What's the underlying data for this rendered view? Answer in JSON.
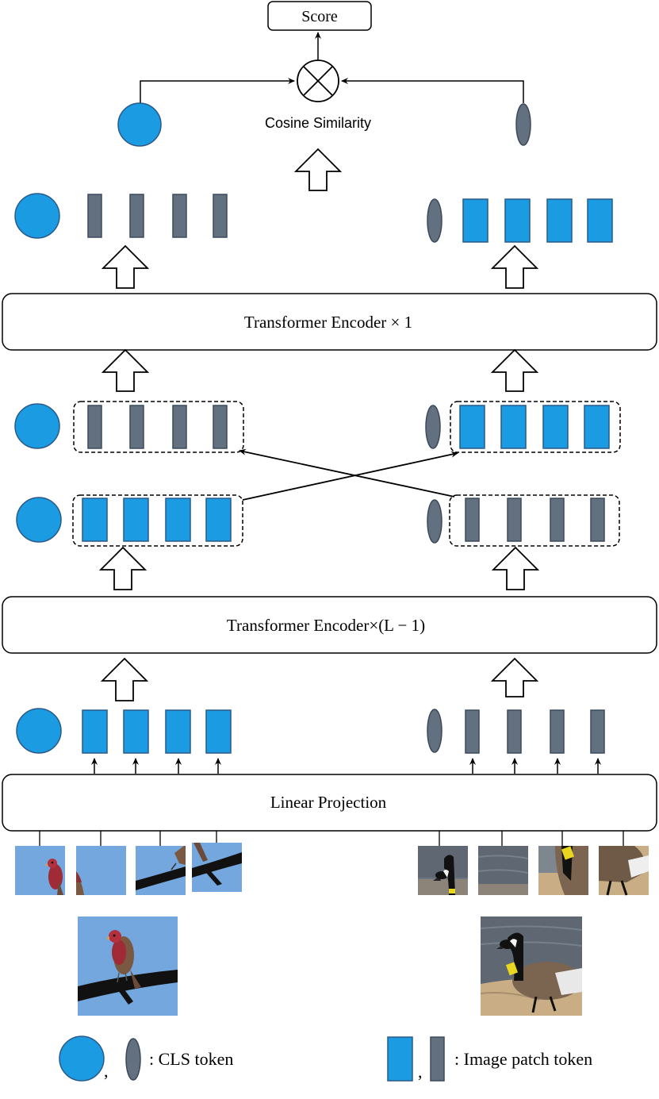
{
  "score_label": "Score",
  "cosine_label": "Cosine Similarity",
  "encoder_top_label": "Transformer Encoder × 1",
  "encoder_mid_label": "Transformer Encoder×(L − 1)",
  "projection_label": "Linear Projection",
  "legend": {
    "cls_label": ": CLS token",
    "patch_label": ": Image patch token",
    "separator": ","
  },
  "images": {
    "left_subject": "red finch perched on black branch, blue sky",
    "right_subject": "canada goose with yellow neck band on shore"
  },
  "colors": {
    "blue_token": "#1b9ce2",
    "gray_token": "#637080",
    "token_stroke": "#3a4a5a",
    "sky": "#6fa8dc",
    "sand": "#c9ae85"
  }
}
